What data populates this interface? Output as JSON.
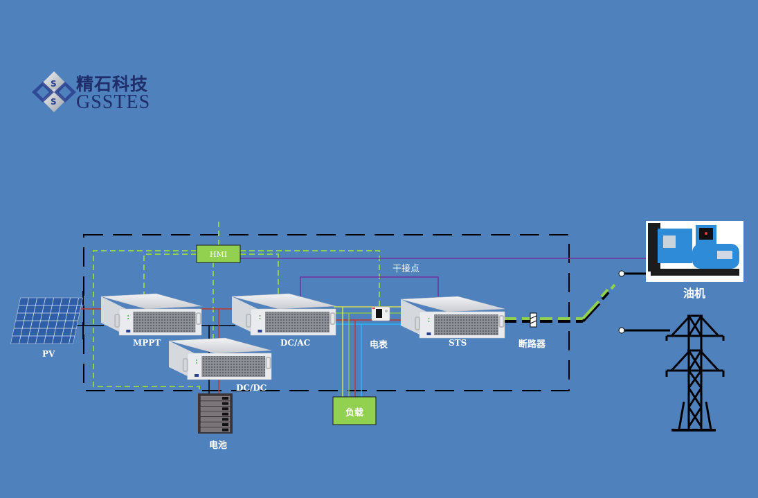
{
  "logo": {
    "name_cn": "精石科技",
    "name_en": "GSSTES"
  },
  "diagram": {
    "title": "",
    "nodes": {
      "pv": "PV",
      "mppt": "MPPT",
      "dcac": "DC/AC",
      "dcdc": "DC/DC",
      "battery": "电池",
      "hmi": "HMI",
      "meter": "电表",
      "sts": "STS",
      "breaker": "断路器",
      "load": "负载",
      "generator": "油机",
      "grid": ""
    },
    "annotations": {
      "dry_contact": "干接点"
    }
  },
  "colors": {
    "background": "#4f81bd",
    "comm_dashed": "#92d050",
    "dc_positive": "#c0392b",
    "dc_negative": "#000000",
    "signal": "#7030a0",
    "ac_yellow": "#d4e157",
    "ac_green": "#8bc34a",
    "ac_blue": "#29b6f6",
    "box_fill": "#92d050"
  }
}
